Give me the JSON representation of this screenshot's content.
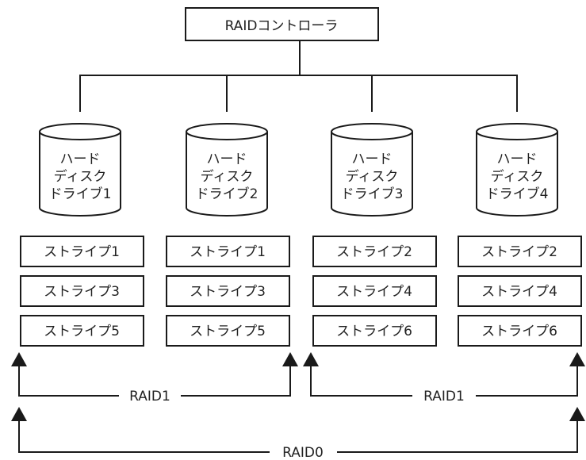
{
  "controller": {
    "label": "RAIDコントローラ"
  },
  "drives": [
    {
      "line1": "ハード",
      "line2": "ディスク",
      "line3": "ドライブ1",
      "stripes": [
        "ストライプ1",
        "ストライプ3",
        "ストライプ5"
      ]
    },
    {
      "line1": "ハード",
      "line2": "ディスク",
      "line3": "ドライブ2",
      "stripes": [
        "ストライプ1",
        "ストライプ3",
        "ストライプ5"
      ]
    },
    {
      "line1": "ハード",
      "line2": "ディスク",
      "line3": "ドライブ3",
      "stripes": [
        "ストライプ2",
        "ストライプ4",
        "ストライプ6"
      ]
    },
    {
      "line1": "ハード",
      "line2": "ディスク",
      "line3": "ドライブ4",
      "stripes": [
        "ストライプ2",
        "ストライプ4",
        "ストライプ6"
      ]
    }
  ],
  "raid_labels": {
    "left_mirror": "RAID1",
    "right_mirror": "RAID1",
    "stripe": "RAID0"
  }
}
